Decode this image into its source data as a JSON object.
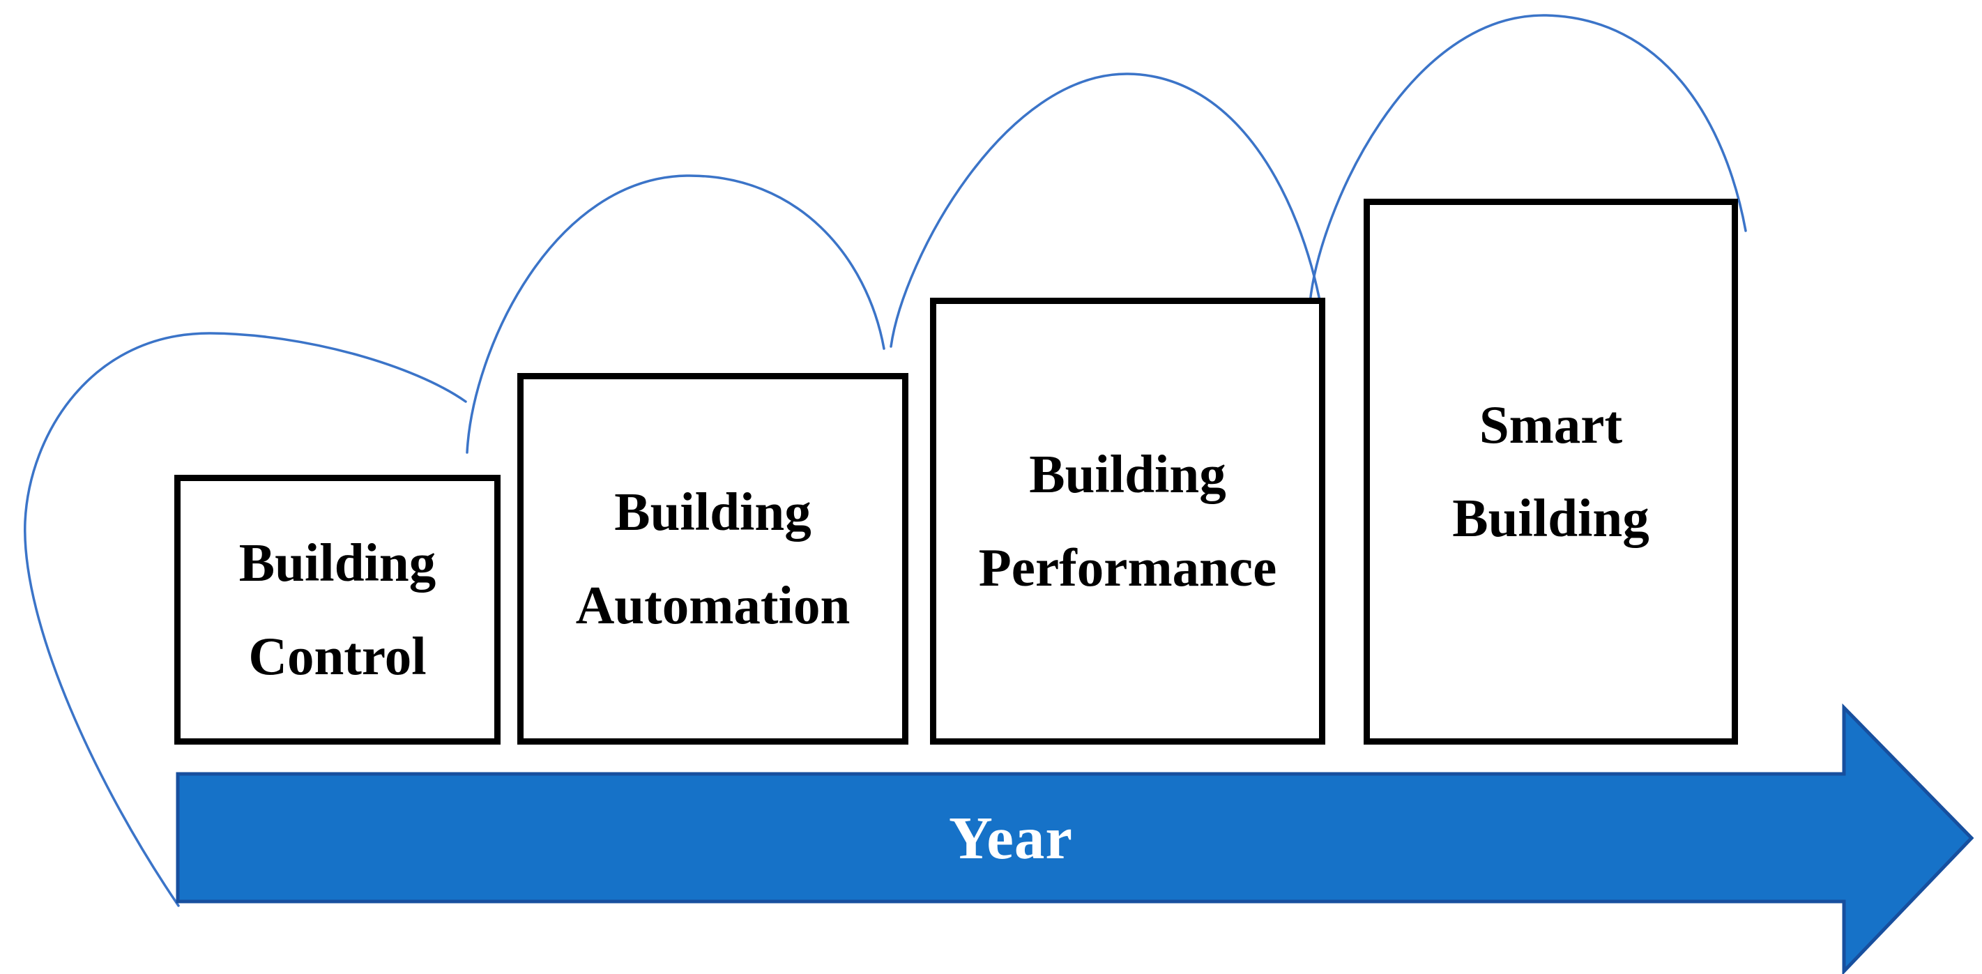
{
  "figure": {
    "description": "Evolution of building technology stages over time",
    "stages": [
      {
        "line1": "Building",
        "line2": "Control"
      },
      {
        "line1": "Building",
        "line2": "Automation"
      },
      {
        "line1": "Building",
        "line2": "Performance"
      },
      {
        "line1": "Smart",
        "line2": "Building"
      }
    ],
    "axis": {
      "label": "Year"
    },
    "colors": {
      "arc_stroke": "#3b74c8",
      "arrow_fill": "#1672c8",
      "arrow_border": "#174f9e",
      "box_border": "#000000",
      "box_fill": "#ffffff",
      "stage_text": "#000000",
      "axis_text": "#ffffff",
      "background": "#ffffff"
    }
  }
}
